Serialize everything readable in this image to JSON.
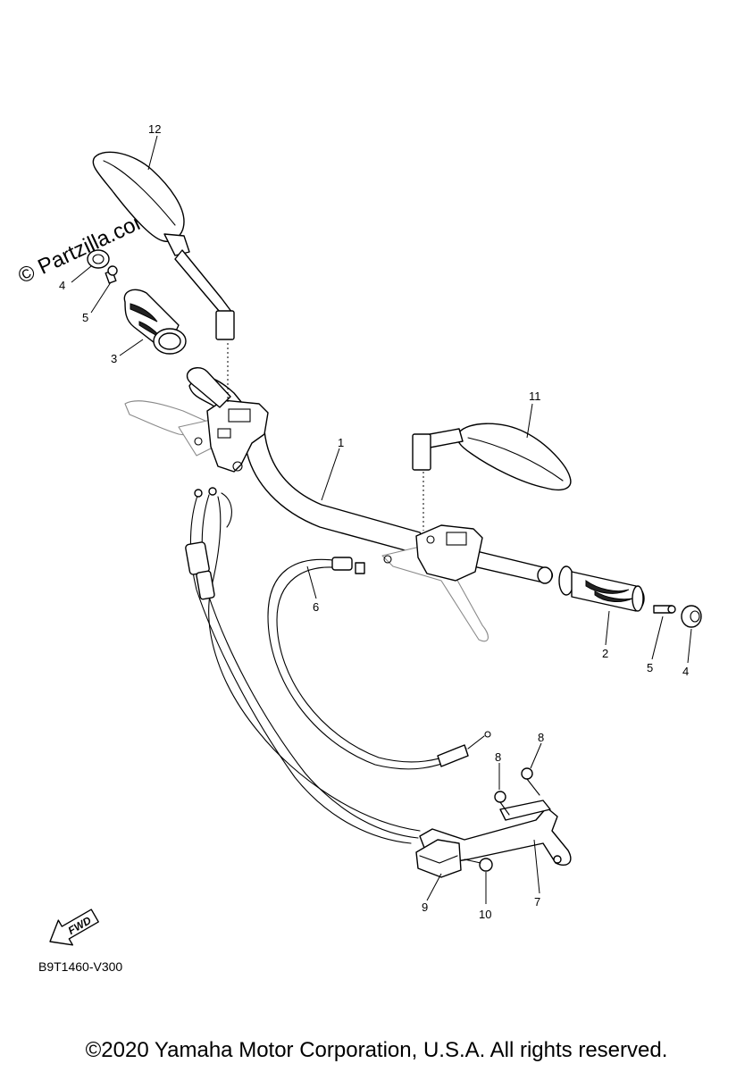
{
  "watermark": "© Partzilla.com",
  "diagram_code": "B9T1460-V300",
  "copyright": "©2020 Yamaha Motor Corporation, U.S.A. All rights reserved.",
  "fwd_label": "FWD",
  "callouts": {
    "c1": "1",
    "c2": "2",
    "c3": "3",
    "c4_left": "4",
    "c4_right": "4",
    "c5_left": "5",
    "c5_right": "5",
    "c6": "6",
    "c7": "7",
    "c8_left": "8",
    "c8_right": "8",
    "c9": "9",
    "c10": "10",
    "c11": "11",
    "c12": "12"
  }
}
